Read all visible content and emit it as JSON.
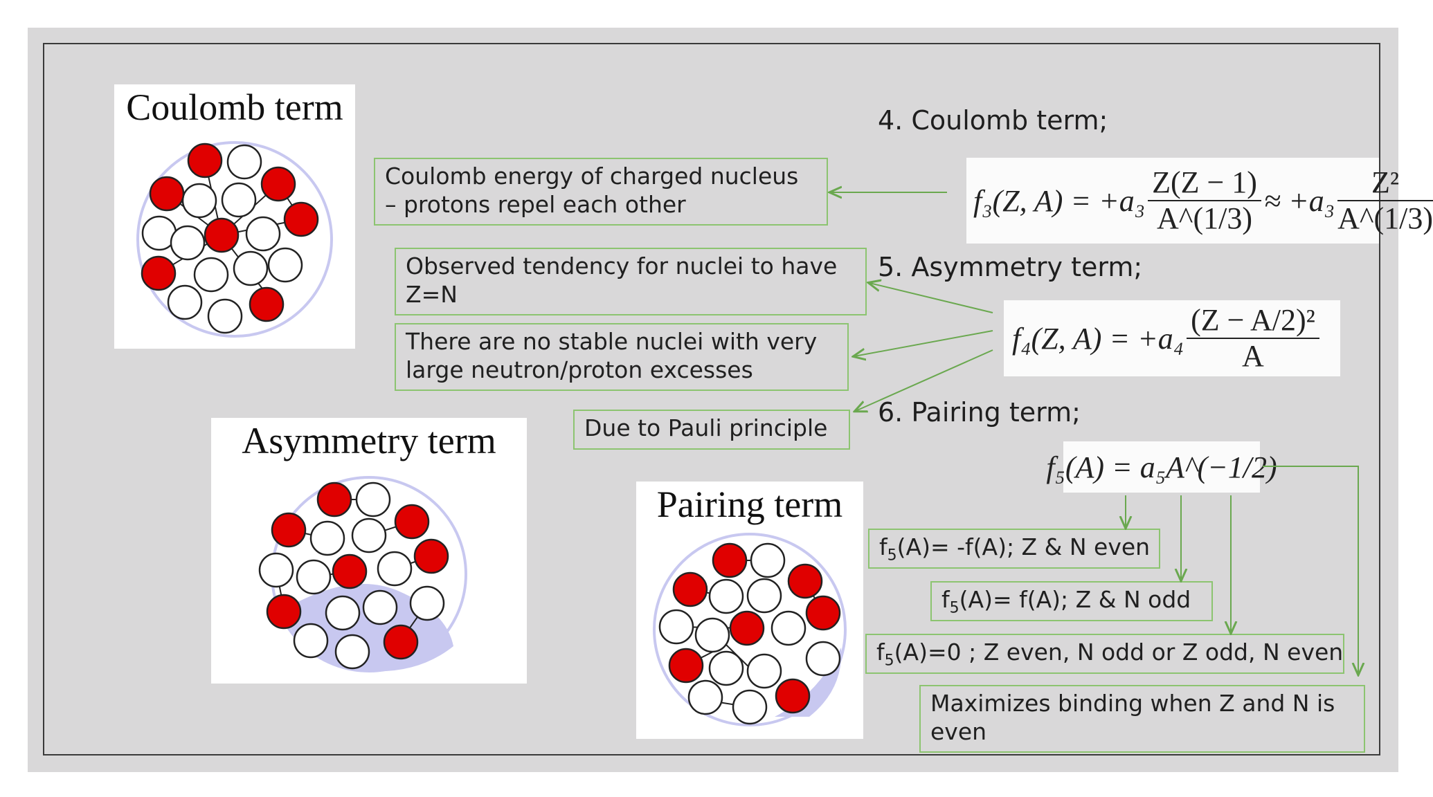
{
  "pictures": {
    "coulomb_title": "Coulomb term",
    "asymmetry_title": "Asymmetry term",
    "pairing_title": "Pairing term"
  },
  "headings": {
    "coulomb": "4. Coulomb term;",
    "asymmetry": "5. Asymmetry term;",
    "pairing": "6. Pairing term;"
  },
  "boxes": {
    "coulomb_energy": "Coulomb energy of charged nucleus – protons repel each other",
    "tendency": "Observed tendency for nuclei to have Z=N",
    "no_stable": "There are no stable nuclei with very large neutron/proton excesses",
    "pauli": "Due to Pauli principle",
    "maximizes": "Maximizes binding when Z and N is even"
  },
  "pairing_cases": {
    "even_prefix": "f",
    "even_sub": "5",
    "even_text": "(A)= -f(A); Z & N even",
    "odd_prefix": "f",
    "odd_sub": "5",
    "odd_text": "(A)= f(A); Z & N odd",
    "mixed_prefix": "f",
    "mixed_sub": "5",
    "mixed_text": "(A)=0 ; Z even, N odd or Z odd, N even"
  },
  "formulas": {
    "f3_lhs": "f₃(Z, A) = +a₃",
    "f3_num": "Z(Z − 1)",
    "f3_den": "A^(1/3)",
    "f3_approx": "≈ +a₃",
    "f3_num2": "Z²",
    "f3_den2": "A^(1/3)",
    "f4_lhs": "f₄(Z, A) = +a₄",
    "f4_num": "(Z − A/2)²",
    "f4_den": "A",
    "f5": "f₅(A) = a₅A^(−1/2)"
  },
  "colors": {
    "slide_bg": "#d9d8d9",
    "box_border": "#8cc470",
    "arrow": "#6aa84f",
    "proton": "#e00000",
    "halo": "#c8c8f0"
  }
}
